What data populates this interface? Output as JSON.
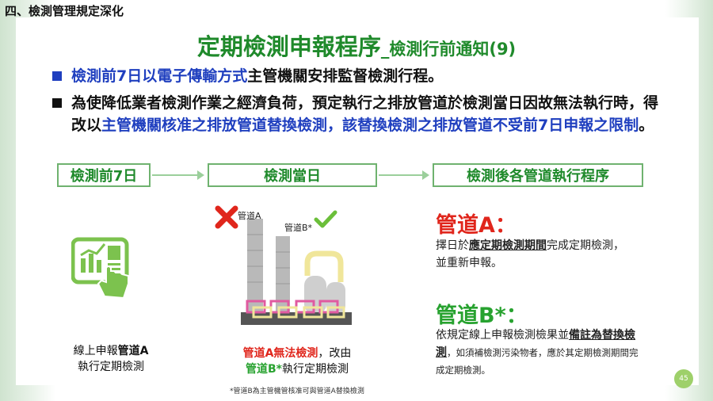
{
  "section": "四、檢測管理規定深化",
  "title": {
    "main": "定期檢測申報程序",
    "sub": "_檢測行前通知(9)"
  },
  "bullet1": {
    "blue": "檢測前7日以電子傳輸方式",
    "black": "主管機關安排監督檢測行程。"
  },
  "bullet2": {
    "black1": "為使降低業者檢測作業之經濟負荷，預定執行之排放管道於檢測當日因故無法執行時，得改以",
    "blue1": "主管機關核准之排放管道替換檢測，該替換檢測之排放管道不受前7日申報之限制",
    "black2": "。"
  },
  "flow": [
    "檢測前7日",
    "檢測當日",
    "檢測後各管道執行程序"
  ],
  "left_caption": {
    "a": "線上申報",
    "b": "管道A",
    "c": "執行定期檢測"
  },
  "mid_labels": {
    "pipeA": "管道A",
    "pipeB": "管道B*"
  },
  "mid_caption": {
    "red": "管道A無法檢測",
    "black1": "，改由",
    "green": "管道B*",
    "black2": "執行定期檢測"
  },
  "pipeA": {
    "head": "管道A：",
    "d1": "擇日於",
    "d2": "應定期檢測期間",
    "d3": "完成定期檢測，並重新申報。"
  },
  "pipeB": {
    "head": "管道B*：",
    "d1": "依規定線上申報檢測檢果並",
    "d2": "備註為替換檢測",
    "d3": "，如須補檢測污染物者，應於其定期檢測期間完成定期檢測。"
  },
  "footnote": "*管道B為主管機管核准可與管道A替換檢測",
  "page_number": "45",
  "colors": {
    "green": "#1f8a2b",
    "blue": "#1f3fbf",
    "red": "#e0261c"
  }
}
